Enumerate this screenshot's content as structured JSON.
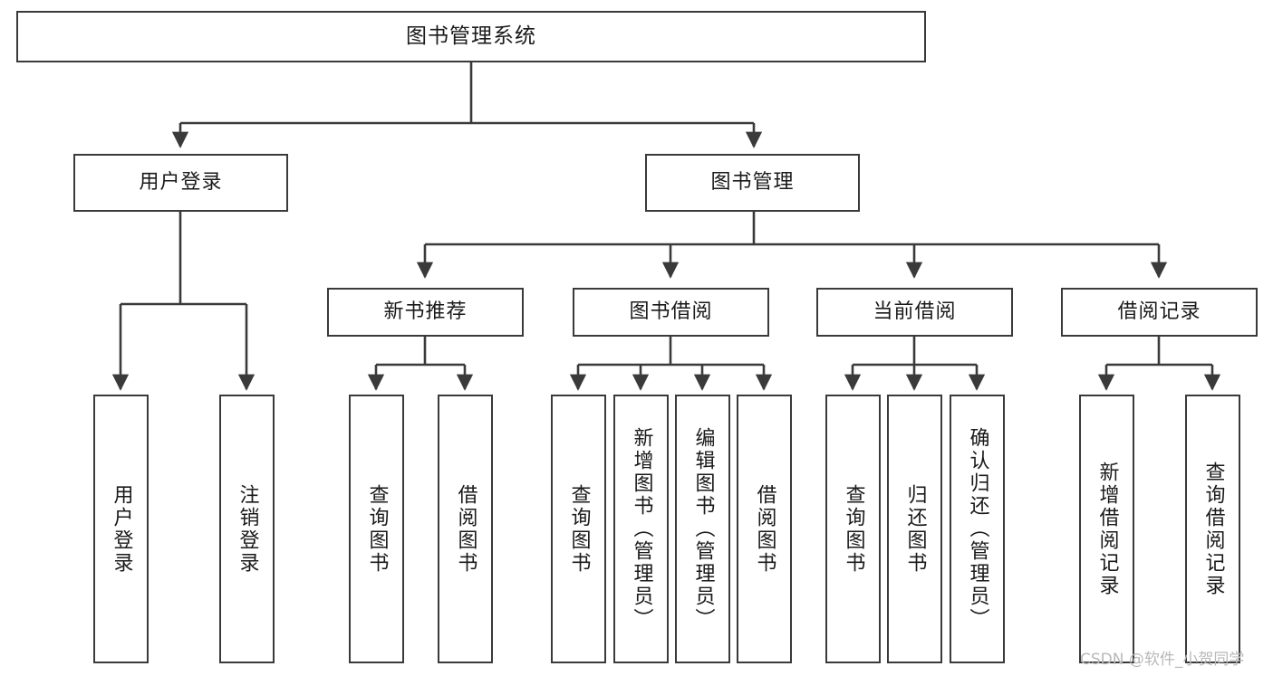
{
  "diagram": {
    "title": "图书管理系统",
    "type": "tree-hierarchy",
    "root": {
      "label": "图书管理系统"
    },
    "level2": [
      {
        "label": "用户登录"
      },
      {
        "label": "图书管理"
      }
    ],
    "level3": [
      {
        "label": "新书推荐"
      },
      {
        "label": "图书借阅"
      },
      {
        "label": "当前借阅"
      },
      {
        "label": "借阅记录"
      }
    ],
    "leaves_user_login": [
      {
        "label": "用户登录"
      },
      {
        "label": "注销登录"
      }
    ],
    "leaves_new_books": [
      {
        "label": "查询图书"
      },
      {
        "label": "借阅图书"
      }
    ],
    "leaves_borrow": [
      {
        "label": "查询图书"
      },
      {
        "label": "新增图书（管理员）"
      },
      {
        "label": "编辑图书（管理员）"
      },
      {
        "label": "借阅图书"
      }
    ],
    "leaves_current": [
      {
        "label": "查询图书"
      },
      {
        "label": "归还图书"
      },
      {
        "label": "确认归还（管理员）"
      }
    ],
    "leaves_records": [
      {
        "label": "新增借阅记录"
      },
      {
        "label": "查询借阅记录"
      }
    ]
  },
  "watermark": {
    "text": "CSDN @软件_小贺同学"
  },
  "colors": {
    "stroke": "#3a3a3a",
    "fill": "#ffffff",
    "text": "#1a1a1a",
    "watermark": "#b8b8b8"
  }
}
